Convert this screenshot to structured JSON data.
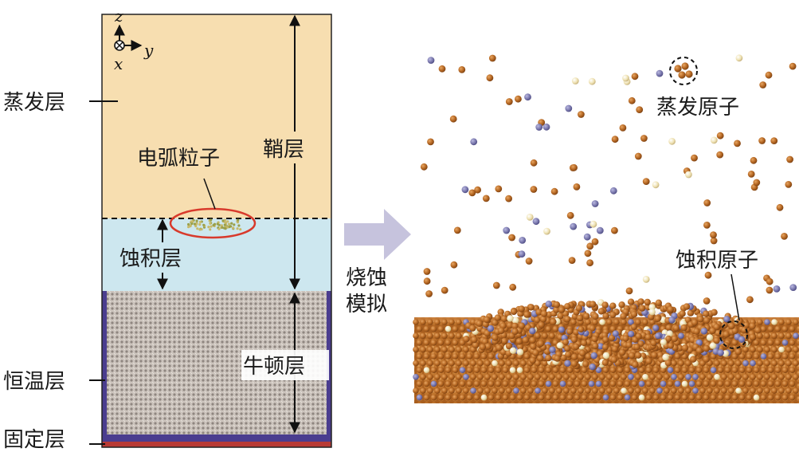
{
  "left_panel": {
    "labels": {
      "evaporation_layer": "蒸发层",
      "arc_particles": "电弧粒子",
      "sheath_layer": "鞘层",
      "erosion_layer": "蚀积层",
      "newton_layer": "牛顿层",
      "thermostat_layer": "恒温层",
      "fixed_layer": "固定层"
    },
    "axes": {
      "z": "z",
      "x": "x",
      "y": "y"
    }
  },
  "arrow_caption": {
    "line1": "烧蚀",
    "line2": "模拟"
  },
  "right_panel": {
    "labels": {
      "evaporated_atoms": "蒸发原子",
      "deposited_atoms": "蚀积原子"
    }
  },
  "colors": {
    "evaporation_fill": "#f7deb0",
    "erosion_fill": "#cde7ef",
    "newton_fill": "#ccc4bd",
    "thermostat": "#4a3d8f",
    "fixed": "#b83a35",
    "arc_ellipse": "#d83a2c",
    "big_arrow": "#c6c3dd",
    "atom_copper": "#b86a25",
    "atom_blue": "#7a78ad",
    "atom_pale": "#efe2b3"
  }
}
